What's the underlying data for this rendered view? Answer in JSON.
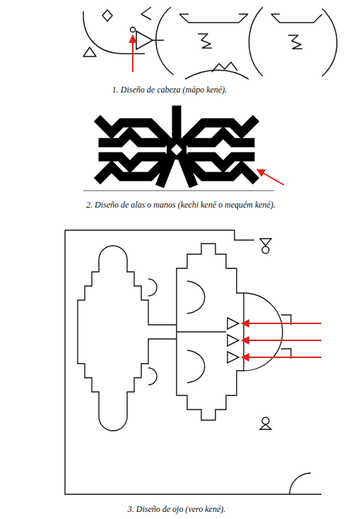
{
  "diagram": {
    "labels": [
      "1. Diseño de cabeza (mápo kené).",
      "2. Diseño de alas o manos (kechi kené o mequém kené).",
      "3. Diseño de ojo (vero kené)."
    ]
  }
}
